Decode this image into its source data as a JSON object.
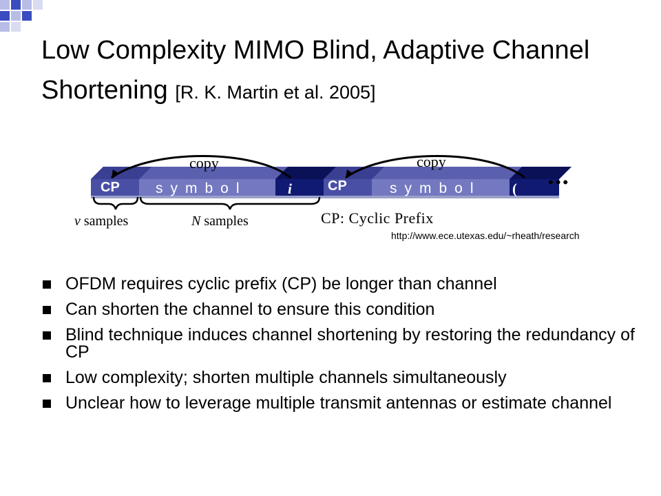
{
  "slide": {
    "title_main": "Low Complexity MIMO Blind, Adaptive Channel Shortening ",
    "title_cite": "[R. K. Martin et al. 2005]"
  },
  "diagram": {
    "copy_label_1": "copy",
    "copy_label_2": "copy",
    "cp_label_1": "CP",
    "cp_label_2": "CP",
    "symbol_label_1": "symbol",
    "symbol_index_1": "i",
    "symbol_label_2": "symbol",
    "symbol_index_2": "(",
    "ellipsis": "•••",
    "v_samples_var": "v",
    "v_samples_text": " samples",
    "n_samples_var": "N",
    "n_samples_text": " samples",
    "cp_definition": "CP: Cyclic Prefix",
    "source_url": "http://www.ece.utexas.edu/~rheath/research",
    "colors": {
      "dark_navy": "#111a72",
      "mid_blue": "#4a4fa6",
      "light_blue": "#7378c0",
      "shadow": "#2a2f55",
      "corner_blue": "#3b4cc0",
      "corner_light": "#b7bde6"
    }
  },
  "bullets": [
    "OFDM requires cyclic prefix (CP) be longer than channel",
    "Can shorten the channel to ensure this condition",
    "Blind technique induces channel shortening by restoring the redundancy of CP",
    "Low complexity; shorten multiple channels simultaneously",
    "Unclear how to leverage multiple transmit antennas or estimate channel"
  ]
}
